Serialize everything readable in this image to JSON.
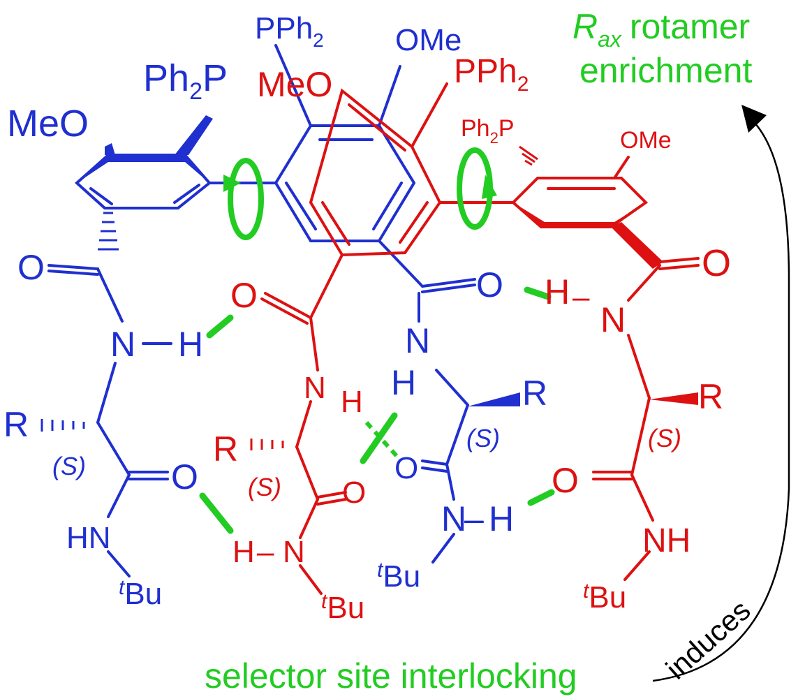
{
  "colors": {
    "blue_strand": "#1f2fd0",
    "red_strand": "#dd1111",
    "highlight": "#22cc22",
    "arrow": "#000000"
  },
  "annotations": {
    "rax_symbol": "R",
    "rax_subscript": "ax",
    "rax_line1_rest": "rotamer",
    "rax_line2": "enrichment",
    "selector": "selector site interlocking",
    "induces": "induces"
  },
  "labels": {
    "pph2_top": "PPh",
    "ome_top": "OMe",
    "meo_center": "MeO",
    "pph2_red": "PPh",
    "ph2p_left_a": "Ph",
    "ph2p_left_b": "P",
    "meo_left": "MeO",
    "ph2p_right_a": "Ph",
    "ph2p_right_b": "P",
    "ome_right": "OMe",
    "sub2": "2",
    "o": "O",
    "n": "N",
    "h": "H",
    "nh": "NH",
    "hn": "HN",
    "r": "R",
    "s": "(S)",
    "t": "t",
    "bu": "Bu",
    "dash": "–"
  }
}
